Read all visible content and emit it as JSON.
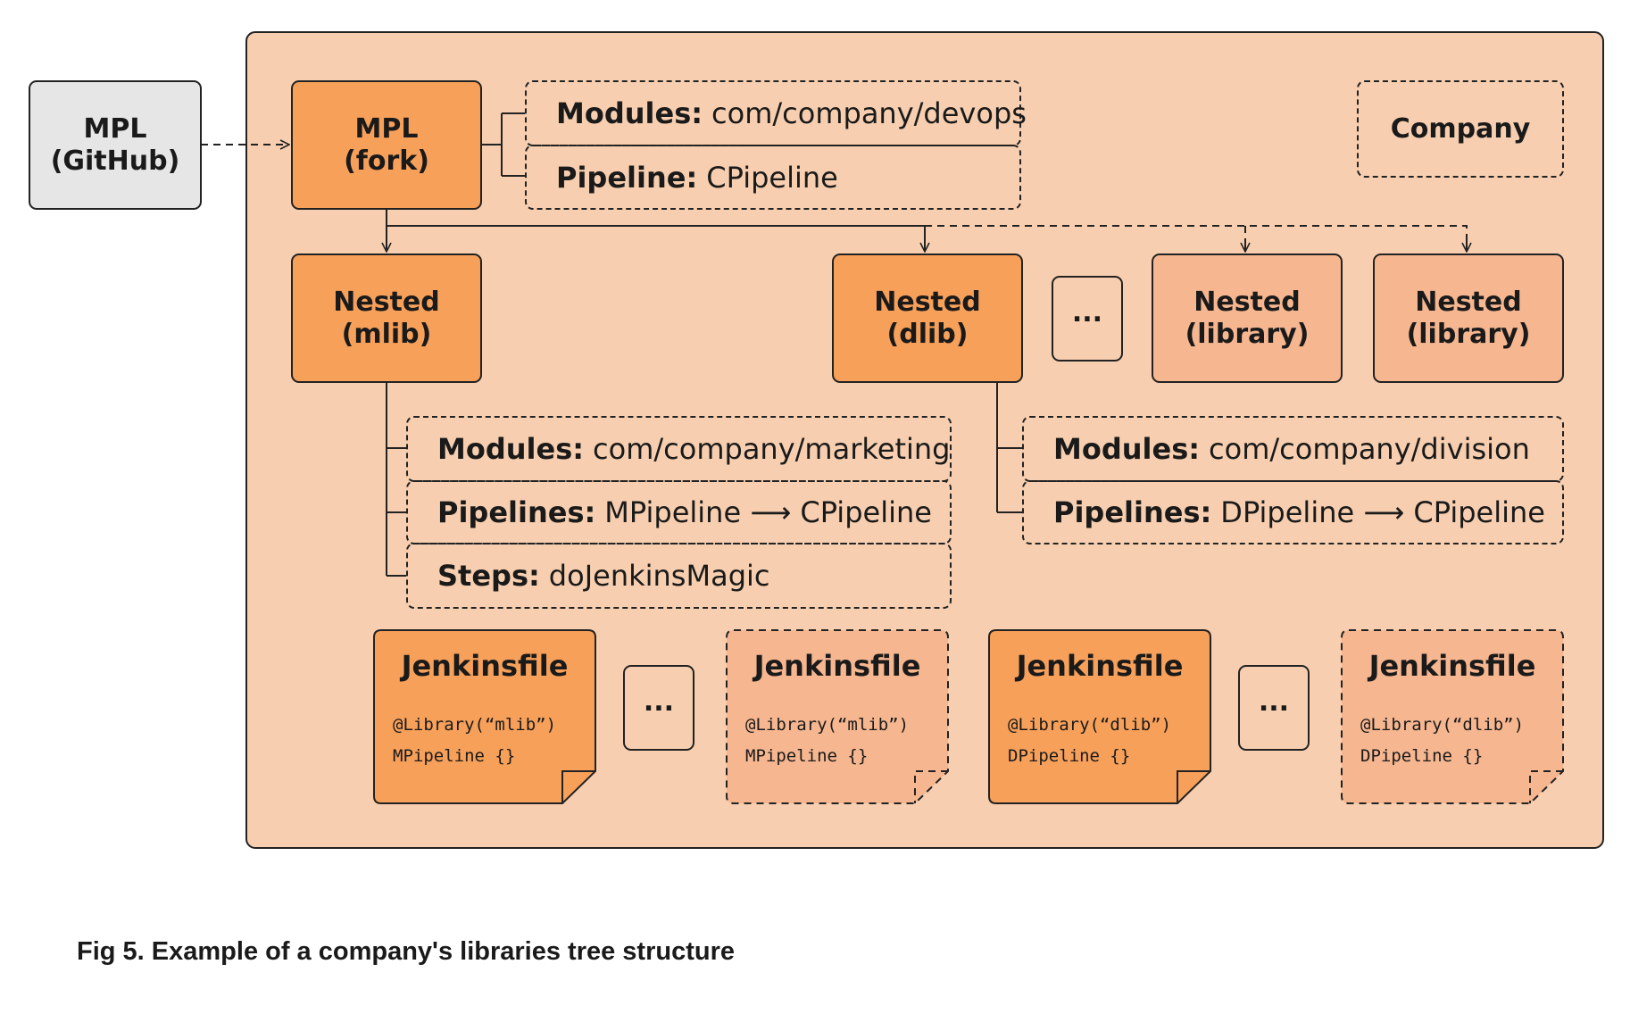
{
  "colors": {
    "dark_orange": "#f7a05a",
    "light_orange": "#f5b690",
    "container": "#f7cfb0",
    "grey": "#e6e6e6"
  },
  "mpl_github": {
    "line1": "MPL",
    "line2": "(GitHub)"
  },
  "mpl_fork": {
    "line1": "MPL",
    "line2": "(fork)"
  },
  "company": "Company",
  "fork_props": {
    "modules": {
      "key": "Modules:",
      "value": "com/company/devops"
    },
    "pipeline": {
      "key": "Pipeline:",
      "value": "CPipeline"
    }
  },
  "nested_mlib": {
    "line1": "Nested",
    "line2": "(mlib)"
  },
  "nested_dlib": {
    "line1": "Nested",
    "line2": "(dlib)"
  },
  "nested_library_1": {
    "line1": "Nested",
    "line2": "(library)"
  },
  "nested_library_2": {
    "line1": "Nested",
    "line2": "(library)"
  },
  "ellipsis": "...",
  "mlib_props": {
    "modules": {
      "key": "Modules:",
      "value": "com/company/marketing"
    },
    "pipelines": {
      "key": "Pipelines:",
      "value": "MPipeline ⟶ CPipeline"
    },
    "steps": {
      "key": "Steps:",
      "value": "doJenkinsMagic"
    }
  },
  "dlib_props": {
    "modules": {
      "key": "Modules:",
      "value": "com/company/division"
    },
    "pipelines": {
      "key": "Pipelines:",
      "value": "DPipeline ⟶ CPipeline"
    }
  },
  "jenkinsfiles": [
    {
      "title": "Jenkinsfile",
      "line1": "@Library(“mlib”)",
      "line2": "MPipeline {}"
    },
    {
      "title": "Jenkinsfile",
      "line1": "@Library(“mlib”)",
      "line2": "MPipeline {}"
    },
    {
      "title": "Jenkinsfile",
      "line1": "@Library(“dlib”)",
      "line2": "DPipeline {}"
    },
    {
      "title": "Jenkinsfile",
      "line1": "@Library(“dlib”)",
      "line2": "DPipeline {}"
    }
  ],
  "caption": "Fig 5. Example of a company's libraries tree structure"
}
